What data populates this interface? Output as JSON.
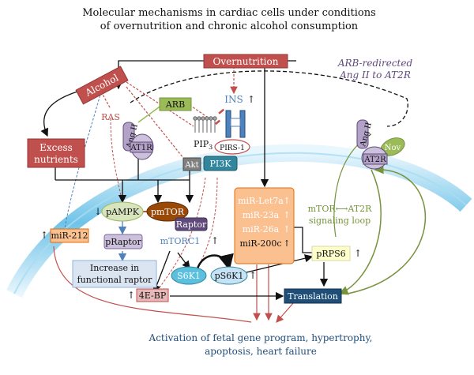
{
  "title": {
    "line1": "Molecular mechanisms in cardiac cells under conditions",
    "line2": "of overnutrition and chronic alcohol consumption"
  },
  "nodes": {
    "overnutrition": "Overnutrition",
    "alcohol": "Alcohol",
    "excess_nutrients_l1": "Excess",
    "excess_nutrients_l2": "nutrients",
    "ras": "RAS",
    "arb": "ARB",
    "ins": "INS",
    "arb_redirected_l1": "ARB-redirected",
    "arb_redirected_l2": "Ang II to AT2R",
    "ang_ii_left": "Ang II",
    "at1r": "AT1R",
    "pip3": "PIP",
    "pip3_sub": "3",
    "pirs1": "PIRS-1",
    "akt": "Akt",
    "pi3k": "PI3K",
    "ang_ii_right": "Ang II",
    "nov": "Nov",
    "at2r": "AT2R",
    "pampk": "pAMPK",
    "pmtor": "pmTOR",
    "raptor": "Raptor",
    "mtorc1": "mTORC1",
    "mir212": "miR-212",
    "praptor": "pRaptor",
    "increase_l1": "Increase in",
    "increase_l2": "functional raptor",
    "s6k1": "S6K1",
    "ps6k1": "pS6K1",
    "four_ebp": "4E-BP",
    "translation": "Translation",
    "prps6": "pRPS6",
    "mir_let7a": "miR-Let7a",
    "mir_23a": "miR-23a",
    "mir_26a": "miR-26a",
    "mir_200c": "miR-200c",
    "loop_l1": "mTOR⟷AT2R",
    "loop_l2": "signaling loop"
  },
  "arrows": {
    "up": "↑",
    "down": "↓"
  },
  "outcome": {
    "line1": "Activation of fetal gene program, hypertrophy,",
    "line2": "apoptosis, heart failure"
  },
  "colors": {
    "red_box": "#c0504d",
    "arb_green": "#9bbb59",
    "membrane_blue": "#6fc3e8",
    "ang_purple": "#b3a2c7",
    "akt_gray": "#7f7f7f",
    "pi3k_teal": "#31859c",
    "pmtor_brown": "#984807",
    "raptor_purple": "#604a7b",
    "mtorc1_blue": "#4f81bd",
    "mir_orange": "#fac090",
    "s6k_cyan": "#5bc0de",
    "translation_navy": "#1f4e79",
    "pathway_green": "#77933c"
  }
}
